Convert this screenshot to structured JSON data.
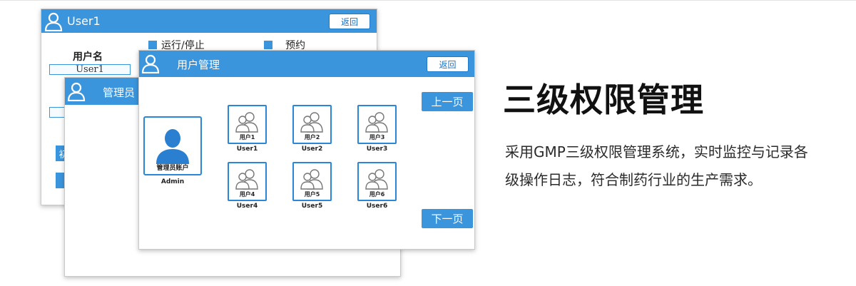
{
  "colors": {
    "accent": "#3b95dc",
    "accent_dark": "#1f7ac9"
  },
  "window1": {
    "title": "User1",
    "back_label": "返回",
    "checkbox_run_label": "运行/停止",
    "checkbox_reserve_label": "预约",
    "username_label": "用户名",
    "username_value": "User1",
    "partial_button_text": "初"
  },
  "window2": {
    "title": "管理员"
  },
  "window3": {
    "title": "用户管理",
    "back_label": "返回",
    "prev_label": "上一页",
    "next_label": "下一页",
    "admin": {
      "name": "管理员账户",
      "sub": "Admin"
    },
    "users": [
      {
        "name": "用户1",
        "sub": "User1"
      },
      {
        "name": "用户2",
        "sub": "User2"
      },
      {
        "name": "用户3",
        "sub": "User3"
      },
      {
        "name": "用户4",
        "sub": "User4"
      },
      {
        "name": "用户5",
        "sub": "User5"
      },
      {
        "name": "用户6",
        "sub": "User6"
      }
    ]
  },
  "panel": {
    "headline": "三级权限管理",
    "description": "采用GMP三级权限管理系统，实时监控与记录各级操作日志，符合制药行业的生产需求。"
  }
}
